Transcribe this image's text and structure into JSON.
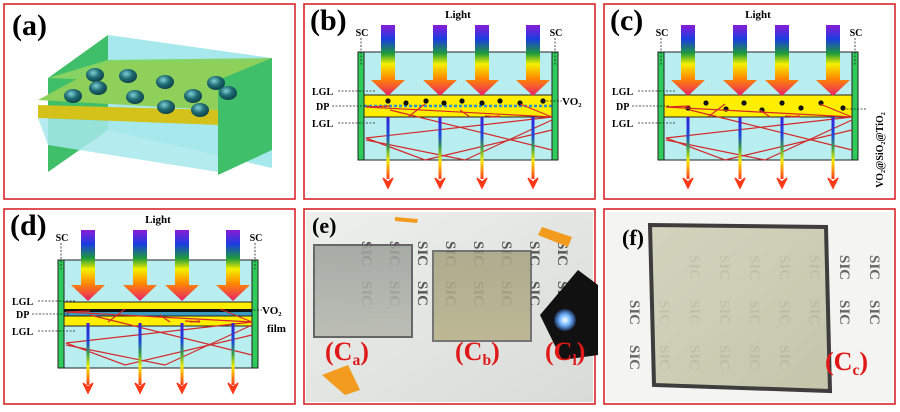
{
  "colors": {
    "frame": "#d8262c",
    "glass": "#b9eef0",
    "sc": "#2ecc5a",
    "dp": "#ffee00",
    "ray": "#d42a2a"
  },
  "panels": {
    "a": {
      "label": "(a)"
    },
    "b": {
      "label": "(b)",
      "light": "Light",
      "sc_left": "SC",
      "sc_right": "SC",
      "lgl_top": "LGL",
      "dp": "DP",
      "lgl_bottom": "LGL",
      "particle": "VO₂"
    },
    "c": {
      "label": "(c)",
      "light": "Light",
      "sc_left": "SC",
      "sc_right": "SC",
      "lgl_top": "LGL",
      "dp": "DP",
      "lgl_bottom": "LGL",
      "particle": "VO₂@SiO₂@TiO₂"
    },
    "d": {
      "label": "(d)",
      "light": "Light",
      "sc_left": "SC",
      "sc_right": "SC",
      "lgl_top": "LGL",
      "dp": "DP",
      "lgl_bottom": "LGL",
      "particle": "VO₂",
      "particle2": "film"
    },
    "e": {
      "label": "(e)",
      "samples": [
        {
          "main": "(C",
          "sub": "a",
          "close": ")"
        },
        {
          "main": "(C",
          "sub": "b",
          "close": ")"
        },
        {
          "main": "(C",
          "sub": "l",
          "close": ")"
        }
      ],
      "backdrop_text": "SIC"
    },
    "f": {
      "label": "(f)",
      "sample": {
        "main": "(C",
        "sub": "c",
        "close": ")"
      },
      "backdrop_text": "SIC"
    }
  }
}
